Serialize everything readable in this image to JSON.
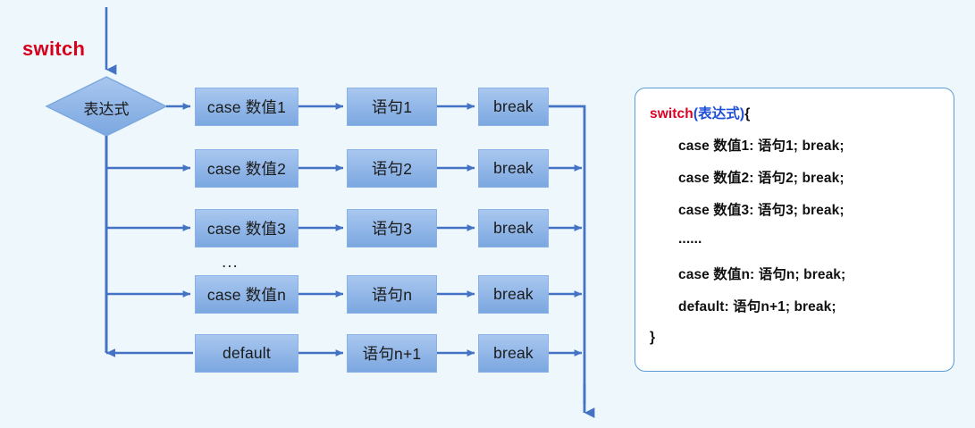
{
  "diagram": {
    "entry_label": "switch",
    "decision_label": "表达式",
    "ellipsis": "...",
    "rows": [
      {
        "case": "case 数值1",
        "statement": "语句1",
        "brk": "break"
      },
      {
        "case": "case 数值2",
        "statement": "语句2",
        "brk": "break"
      },
      {
        "case": "case 数值3",
        "statement": "语句3",
        "brk": "break"
      },
      {
        "case": "case 数值n",
        "statement": "语句n",
        "brk": "break"
      },
      {
        "case": "default",
        "statement": "语句n+1",
        "brk": "break"
      }
    ]
  },
  "code_panel": {
    "header": {
      "keyword": "switch",
      "paren_open": "(",
      "expression": "表达式",
      "paren_close": ")",
      "brace_open": "{"
    },
    "body": [
      "case 数值1: 语句1; break;",
      "case 数值2: 语句2; break;",
      "case 数值3: 语句3; break;",
      "......",
      "case 数值n: 语句n; break;",
      "default: 语句n+1; break;"
    ],
    "brace_close": "}"
  },
  "colors": {
    "background": "#eef8fc",
    "box_fill_top": "#a9c7ef",
    "box_fill_bottom": "#7ba7e0",
    "box_border": "#8ab2e8",
    "connector": "#4472c4",
    "keyword_red": "#e00024",
    "expression_blue": "#1f4ed8",
    "panel_border": "#5b9bd5"
  }
}
